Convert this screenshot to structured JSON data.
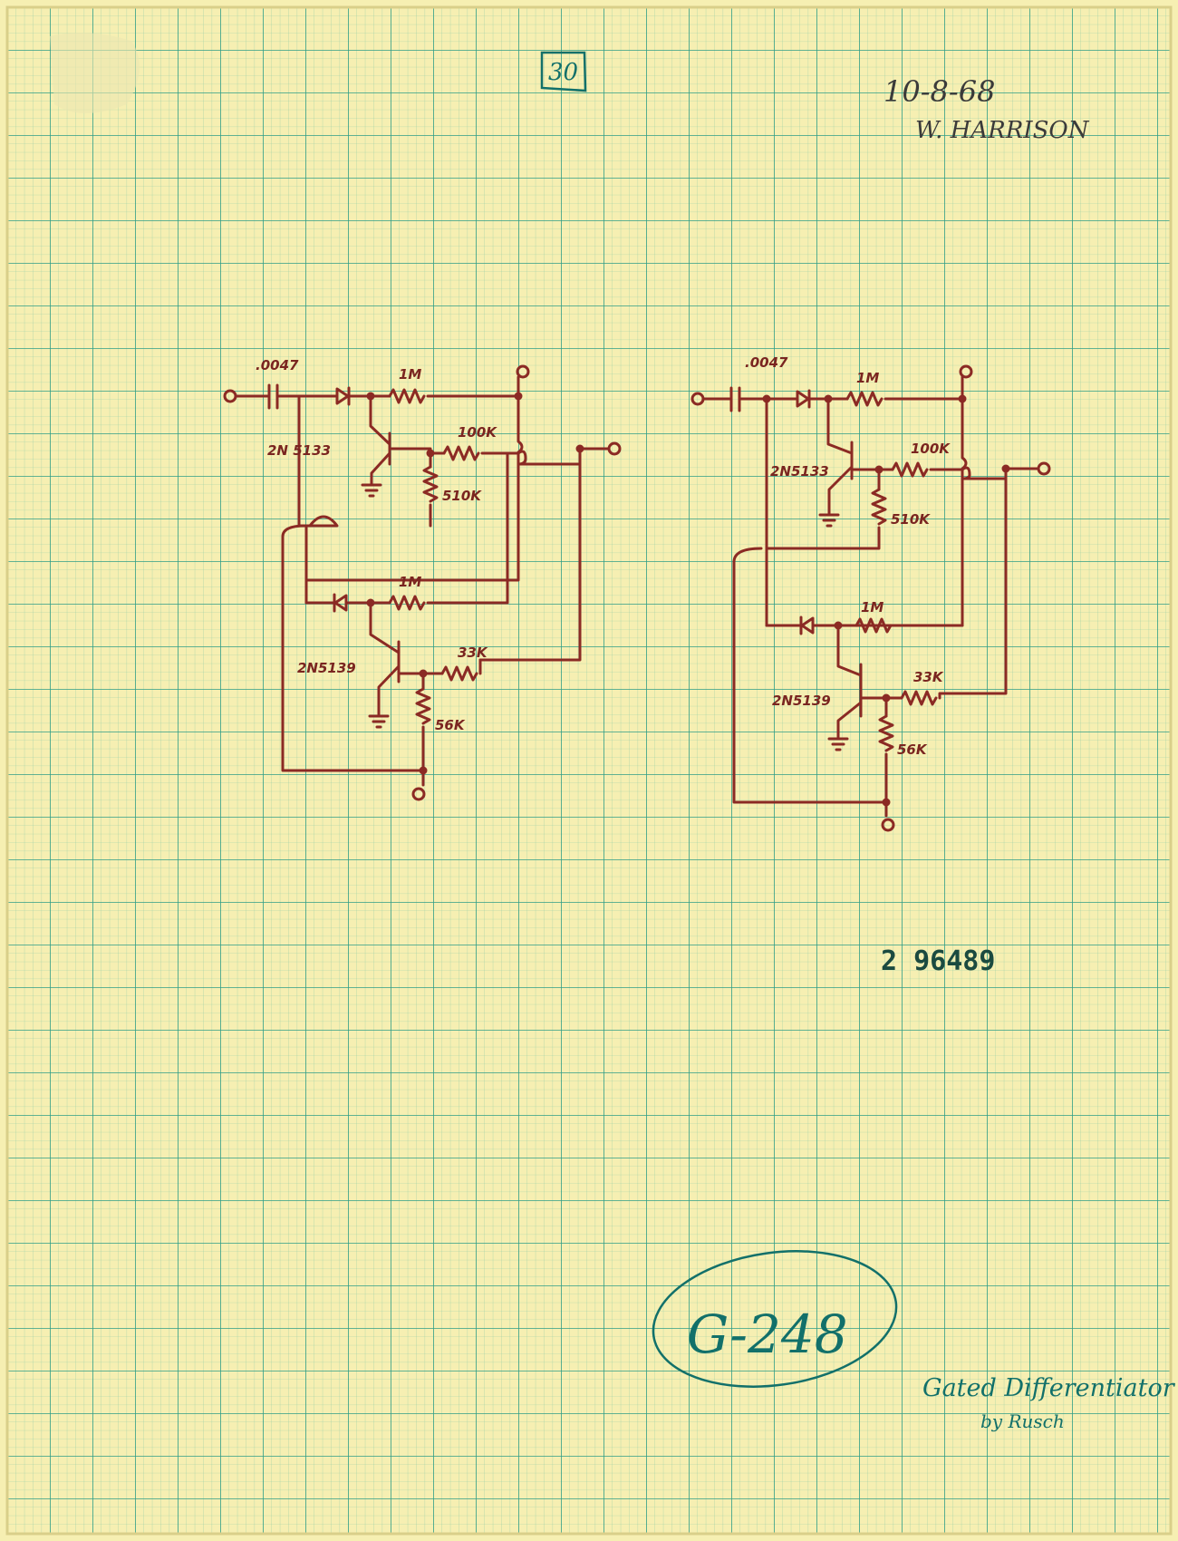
{
  "page": {
    "number": "30",
    "date": "10-8-68",
    "author": "W. HARRISON",
    "serial_stamp": "2 96489",
    "catalog_number": "G-248",
    "caption_line1": "Gated Differentiator",
    "caption_line2": "by Rusch"
  },
  "colors": {
    "paper": "#f6efb2",
    "grid": "#3fae9b",
    "ink": "#8b2a24",
    "teal_ink": "#12706a"
  },
  "schematic_left": {
    "capacitor": ".0047",
    "resistor_top": "1M",
    "transistor_top": "2N 5133",
    "resistor_100k": "100K",
    "resistor_510k": "510K",
    "resistor_mid": "1M",
    "transistor_bottom": "2N5139",
    "resistor_33k": "33K",
    "resistor_56k": "56K"
  },
  "schematic_right": {
    "capacitor": ".0047",
    "resistor_top": "1M",
    "transistor_top": "2N5133",
    "resistor_100k": "100K",
    "resistor_510k": "510K",
    "resistor_mid": "1M",
    "transistor_bottom": "2N5139",
    "resistor_33k": "33K",
    "resistor_56k": "56K"
  }
}
